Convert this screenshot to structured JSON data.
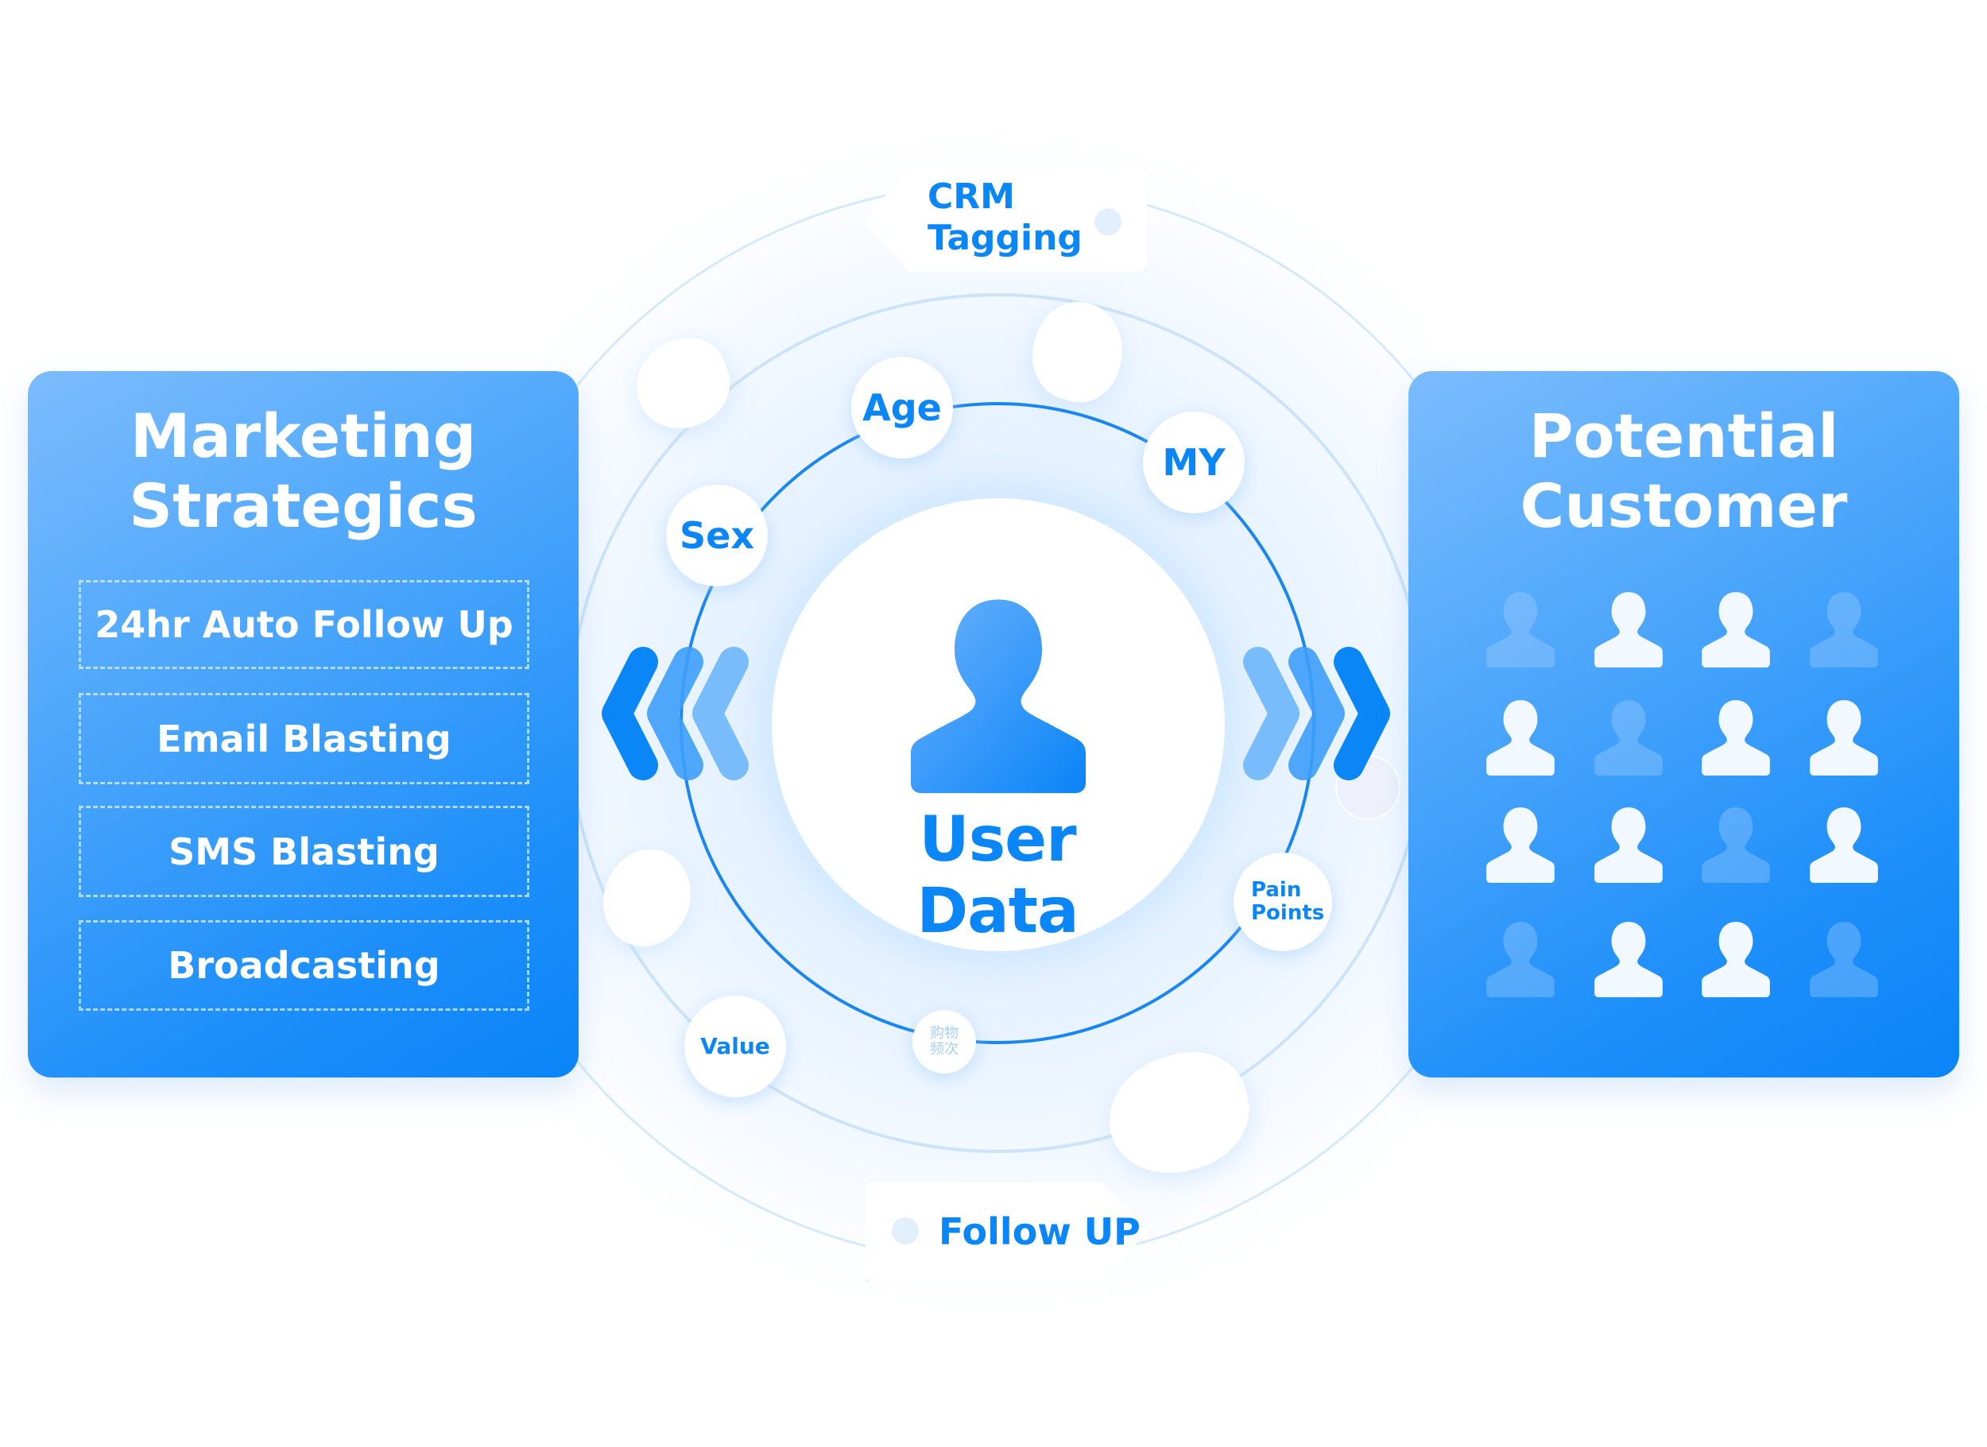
{
  "left_panel": {
    "title_line1": "Marketing",
    "title_line2": "Strategics",
    "items": [
      {
        "label": "24hr Auto Follow Up"
      },
      {
        "label": "Email Blasting"
      },
      {
        "label": "SMS Blasting"
      },
      {
        "label": "Broadcasting"
      }
    ]
  },
  "center": {
    "label": "User Data",
    "icon": "user-icon",
    "tags": {
      "top": {
        "line1": "CRM",
        "line2": "Tagging"
      },
      "bottom": {
        "label": "Follow UP"
      }
    },
    "bubbles": {
      "age": "Age",
      "my": "MY",
      "sex": "Sex",
      "pain_line1": "Pain",
      "pain_line2": "Points",
      "shopping_line1": "购物",
      "shopping_line2": "频次",
      "value": "Value"
    },
    "arrows": {
      "left": "chevrons-left-icon",
      "right": "chevrons-right-icon"
    }
  },
  "right_panel": {
    "title_line1": "Potential",
    "title_line2": "Customer",
    "people_grid": [
      [
        false,
        true,
        true,
        false
      ],
      [
        true,
        false,
        true,
        true
      ],
      [
        true,
        true,
        false,
        true
      ],
      [
        false,
        true,
        true,
        false
      ]
    ]
  },
  "colors": {
    "accent": "#0a86f7",
    "panel_light": "#7bbcfd",
    "panel_dark": "#0a84f8",
    "ring": "#1a86f0"
  }
}
